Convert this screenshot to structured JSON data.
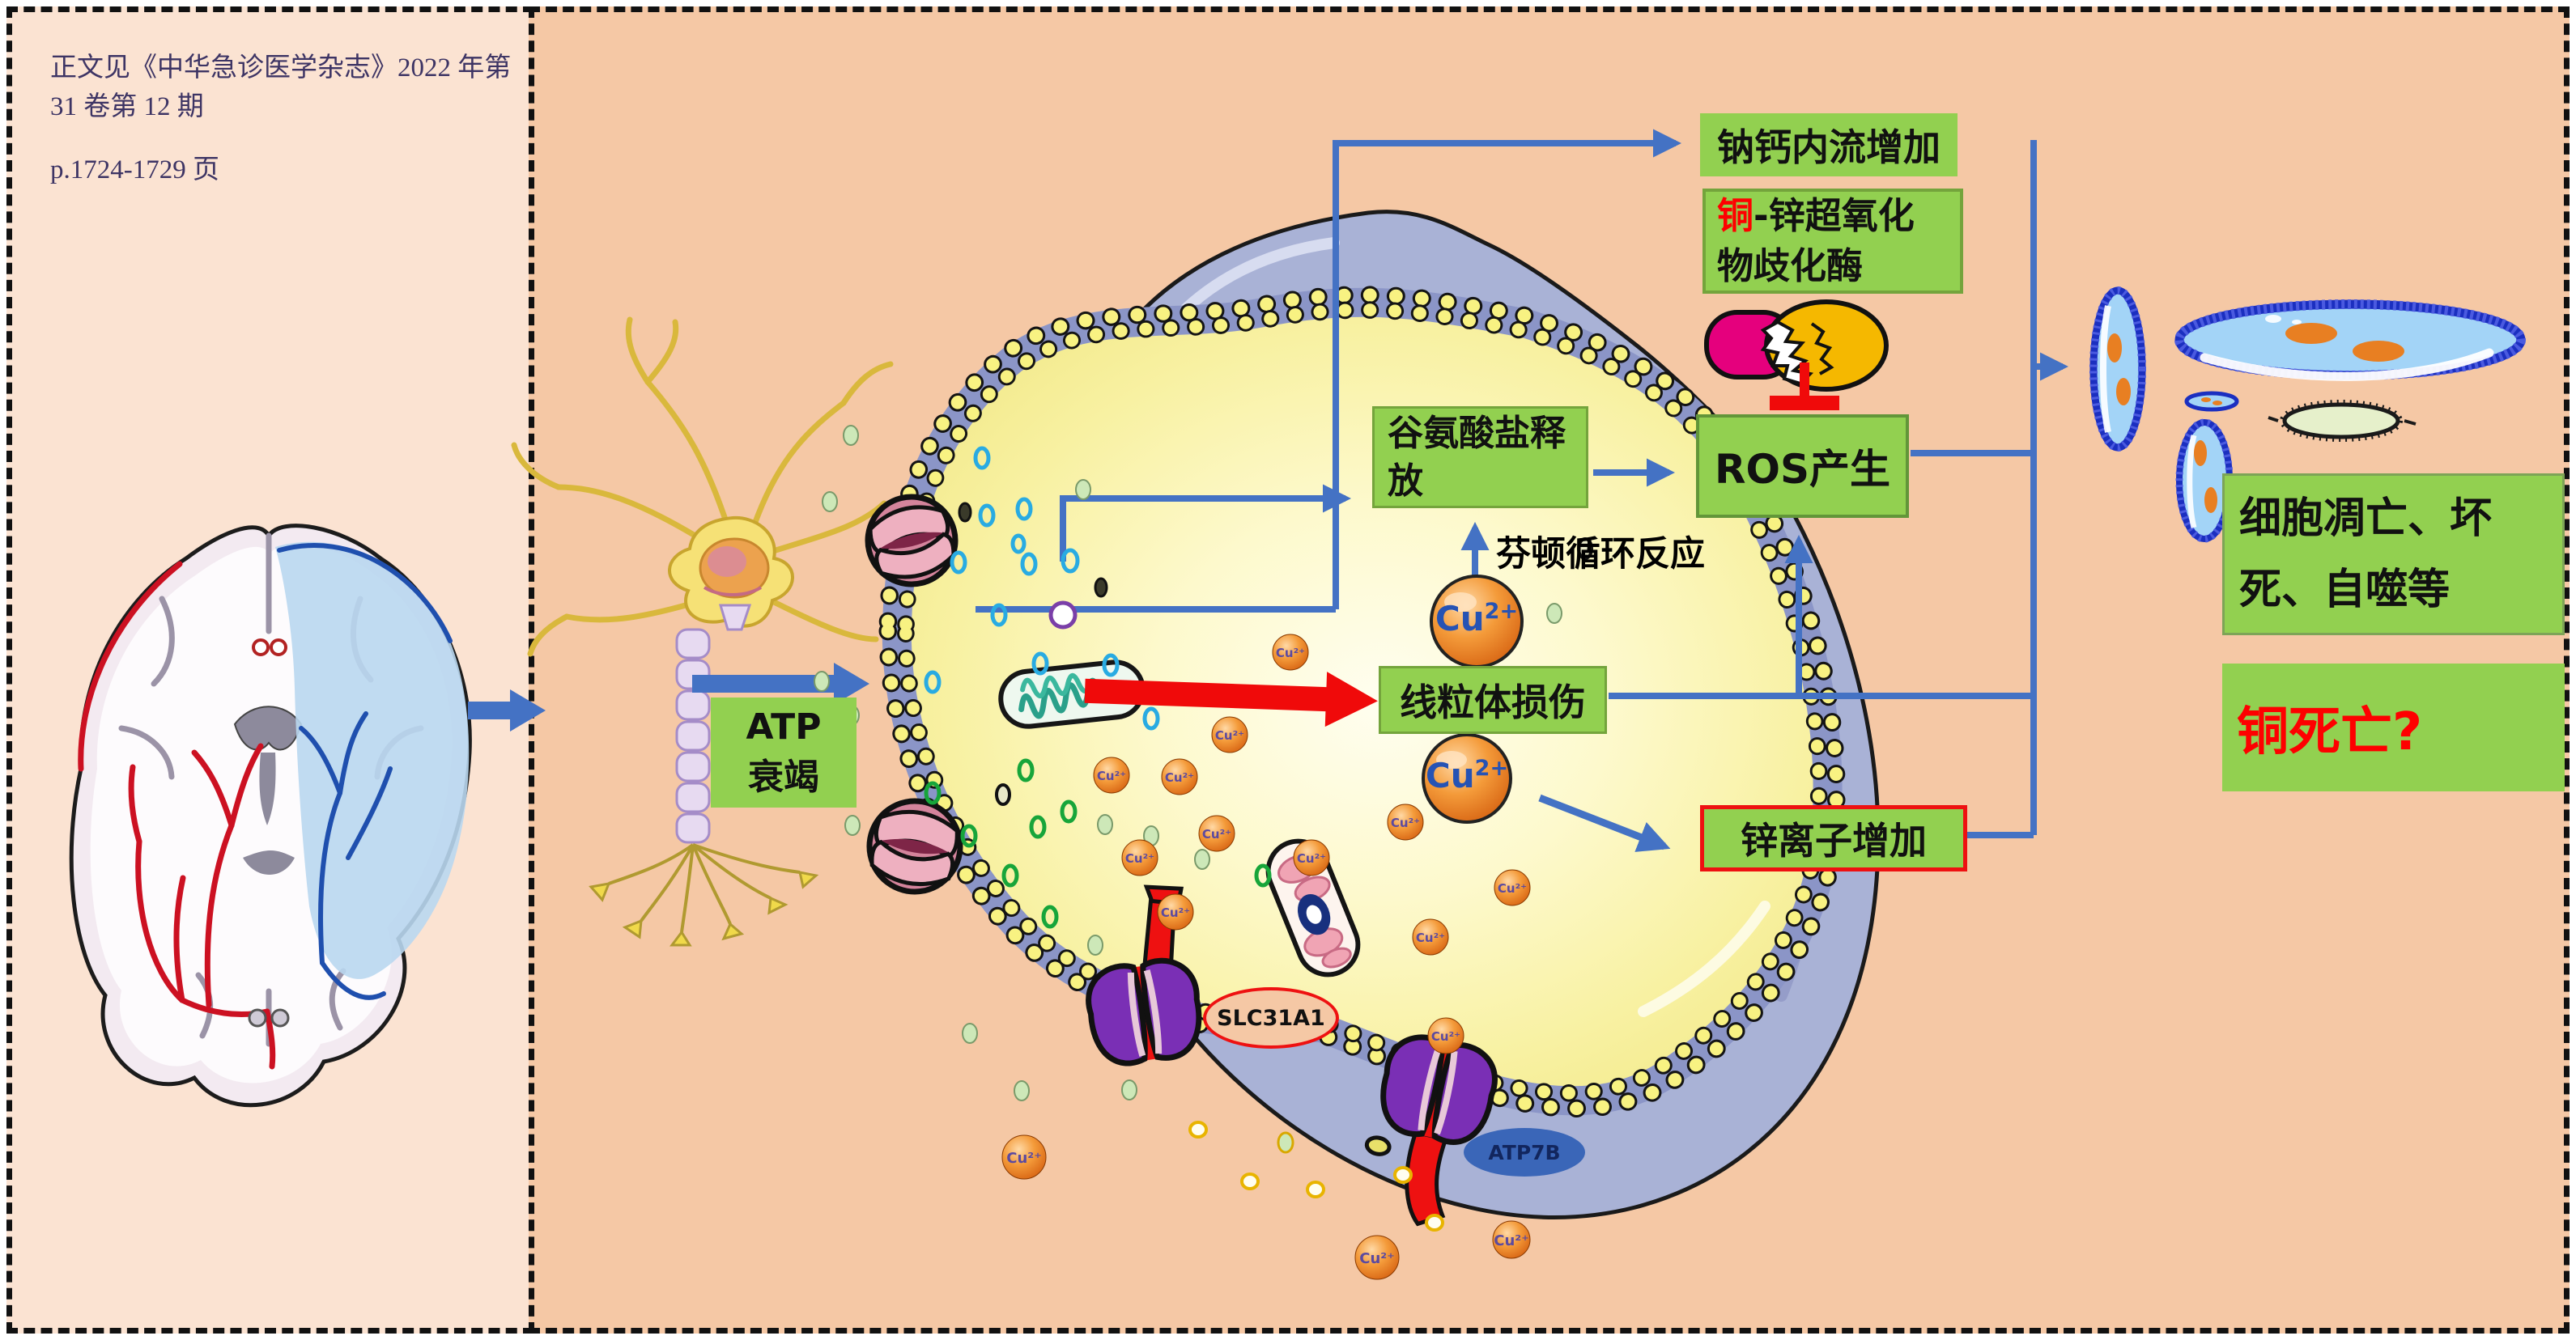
{
  "citation": {
    "line1": "正文见《中华急诊医学杂志》2022 年第 31 卷第 12 期",
    "line2": "p.1724-1729 页"
  },
  "boxes": {
    "atp": {
      "line1": "ATP",
      "line2": "衰竭"
    },
    "na_ca": "钠钙内流增加",
    "sod": {
      "red": "铜",
      "rest1": "-锌超氧化",
      "line2": "物歧化酶"
    },
    "glutamate": {
      "line1": "谷氨酸盐释",
      "line2": "放"
    },
    "ros": "ROS产生",
    "fenton": "芬顿循环反应",
    "mito": "线粒体损伤",
    "zinc": "锌离子增加",
    "death": {
      "line1": "细胞凋亡、坏",
      "line2": "死、自噬等"
    },
    "cuproptosis": "铜死亡?"
  },
  "labels": {
    "slc31a1": "SLC31A1",
    "atp7b": "ATP7B",
    "cu_base": "Cu",
    "cu_sup": "2+",
    "cu_small": "Cu²⁺"
  },
  "colors": {
    "green_box": "#92d050",
    "red_accent": "#ee1111",
    "arrow_blue": "#4472c4",
    "membrane_band": "#8b95c7",
    "cell_fill": "#f6efa0",
    "dome": "#a9b2d6",
    "left_panel_bg": "#fbe3d2",
    "right_panel_bg": "#f5c8a5",
    "cu_sphere": "#e8762a",
    "cell_blue": "#a3d4f7"
  }
}
